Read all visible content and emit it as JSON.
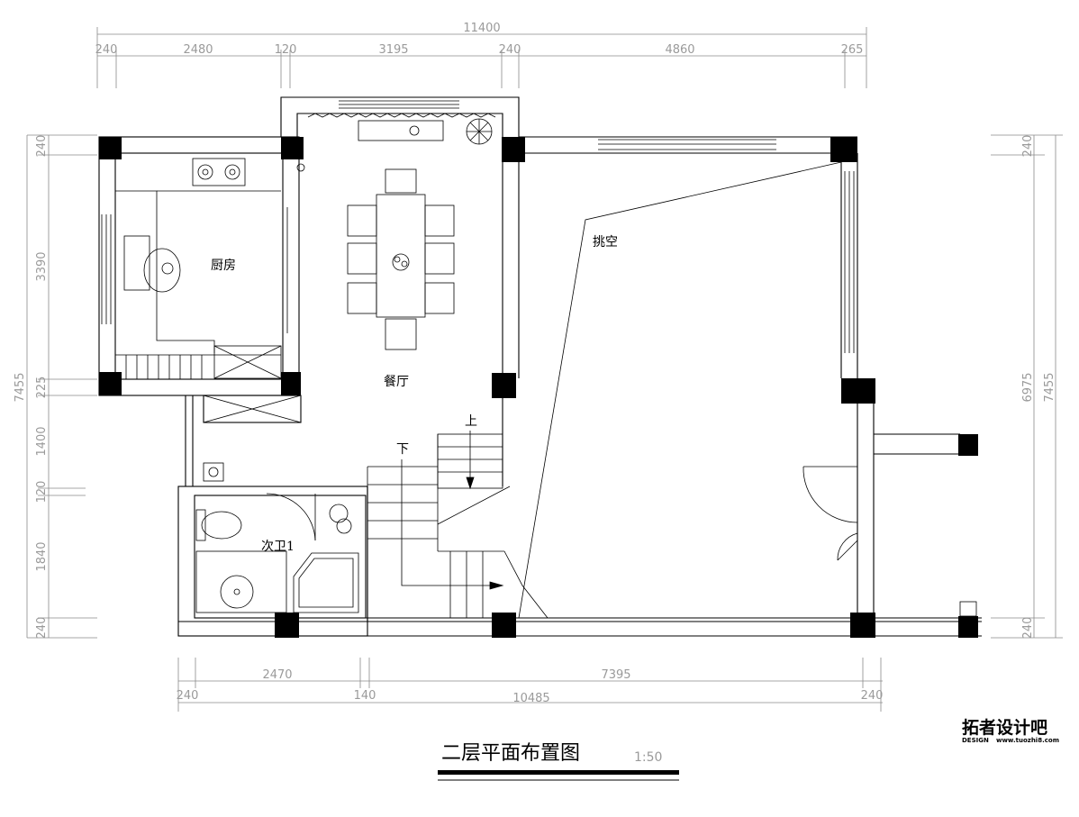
{
  "drawing": {
    "title": "二层平面布置图",
    "scale": "1:50",
    "watermark": {
      "brand": "拓者设计吧",
      "tagline": "DESIGN",
      "url": "www.tuozhi8.com"
    }
  },
  "rooms": {
    "kitchen": "厨房",
    "dining": "餐厅",
    "void": "挑空",
    "bathroom": "次卫1"
  },
  "stairs": {
    "up": "上",
    "down": "下"
  },
  "dimensions": {
    "top_total": "11400",
    "top_segments": [
      "240",
      "2480",
      "120",
      "3195",
      "240",
      "4860",
      "265"
    ],
    "bottom_segments_upper": [
      "2470",
      "7395"
    ],
    "bottom_segments_lower": [
      "240",
      "140",
      "240"
    ],
    "bottom_total": "10485",
    "left_total": "7455",
    "left_segments": [
      "240",
      "3390",
      "225",
      "1400",
      "120",
      "1840",
      "240"
    ],
    "right_total": "7455",
    "right_inner": "6975",
    "right_segments": [
      "240",
      "240"
    ]
  }
}
